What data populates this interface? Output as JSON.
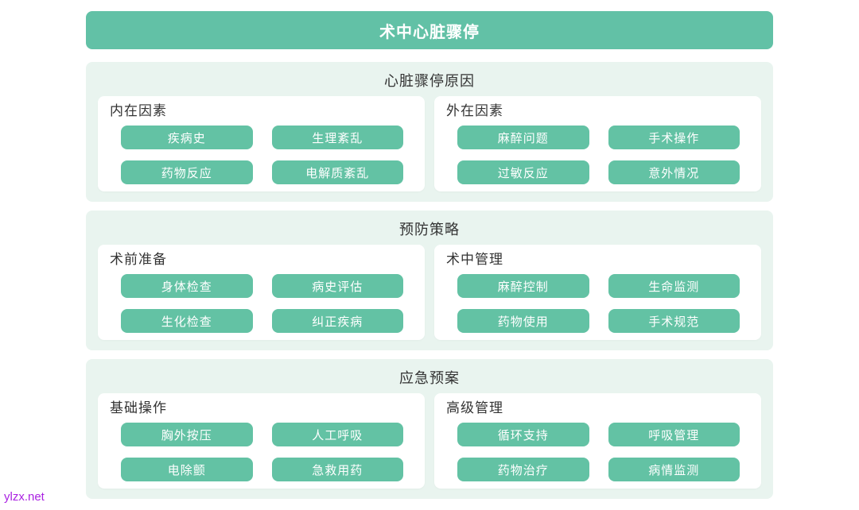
{
  "page": {
    "title": "术中心脏骤停",
    "watermark": "ylzx.net"
  },
  "colors": {
    "accent_green": "#62c1a6",
    "button_green": "#63c2a4",
    "section_bg": "#e9f4ef",
    "panel_bg": "#ffffff",
    "text_dark": "#333333",
    "button_text": "#ffffff",
    "watermark_purple": "#aa22e2"
  },
  "sections": [
    {
      "title": "心脏骤停原因",
      "panels": [
        {
          "heading": "内在因素",
          "items": [
            "疾病史",
            "生理紊乱",
            "药物反应",
            "电解质紊乱"
          ]
        },
        {
          "heading": "外在因素",
          "items": [
            "麻醉问题",
            "手术操作",
            "过敏反应",
            "意外情况"
          ]
        }
      ]
    },
    {
      "title": "预防策略",
      "panels": [
        {
          "heading": "术前准备",
          "items": [
            "身体检查",
            "病史评估",
            "生化检查",
            "纠正疾病"
          ]
        },
        {
          "heading": "术中管理",
          "items": [
            "麻醉控制",
            "生命监测",
            "药物使用",
            "手术规范"
          ]
        }
      ]
    },
    {
      "title": "应急预案",
      "panels": [
        {
          "heading": "基础操作",
          "items": [
            "胸外按压",
            "人工呼吸",
            "电除颤",
            "急救用药"
          ]
        },
        {
          "heading": "高级管理",
          "items": [
            "循环支持",
            "呼吸管理",
            "药物治疗",
            "病情监测"
          ]
        }
      ]
    }
  ]
}
